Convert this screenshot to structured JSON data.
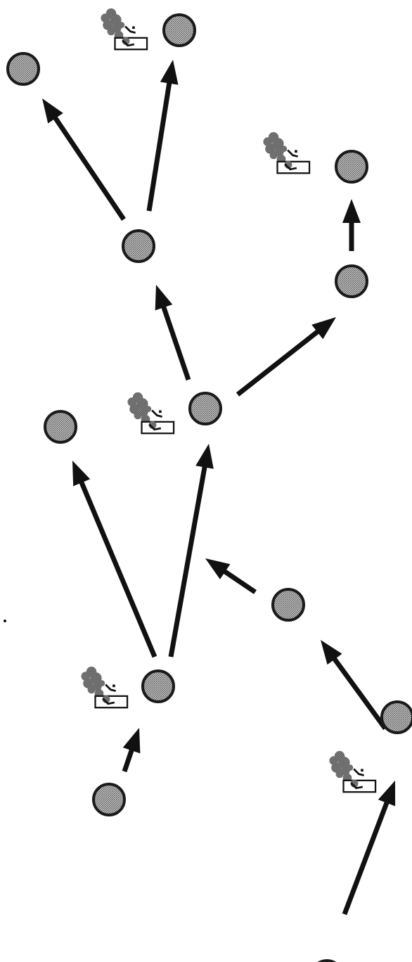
{
  "colors": {
    "node_fill": "#9e9e9e",
    "stroke": "#111111",
    "background": "#ffffff"
  },
  "diagram": {
    "nodes": [
      {
        "id": "n1"
      },
      {
        "id": "n2"
      },
      {
        "id": "n3"
      },
      {
        "id": "n4"
      },
      {
        "id": "n5"
      },
      {
        "id": "n6"
      },
      {
        "id": "n7"
      },
      {
        "id": "n8"
      },
      {
        "id": "n9"
      },
      {
        "id": "n10"
      },
      {
        "id": "n11"
      },
      {
        "id": "n12"
      },
      {
        "id": "n13"
      },
      {
        "id": "n14"
      }
    ],
    "edges": [
      {
        "from": "n4",
        "to": "n1"
      },
      {
        "from": "n4",
        "to": "n2"
      },
      {
        "from": "n5",
        "to": "n3"
      },
      {
        "from": "n7",
        "to": "n4"
      },
      {
        "from": "n7",
        "to": "n5"
      },
      {
        "from": "n10",
        "to": "n6"
      },
      {
        "from": "n10",
        "to": "n7"
      },
      {
        "from": "n8",
        "to": "n7"
      },
      {
        "from": "n9",
        "to": "n8"
      },
      {
        "from": "n11",
        "to": "n10"
      },
      {
        "from": "n12",
        "to": "n9"
      },
      {
        "from": "n13",
        "to": "n12"
      }
    ],
    "marked_nodes": [
      "n2",
      "n3",
      "n7",
      "n10",
      "n12"
    ],
    "marker_icon": "robot-at-computer-icon"
  }
}
